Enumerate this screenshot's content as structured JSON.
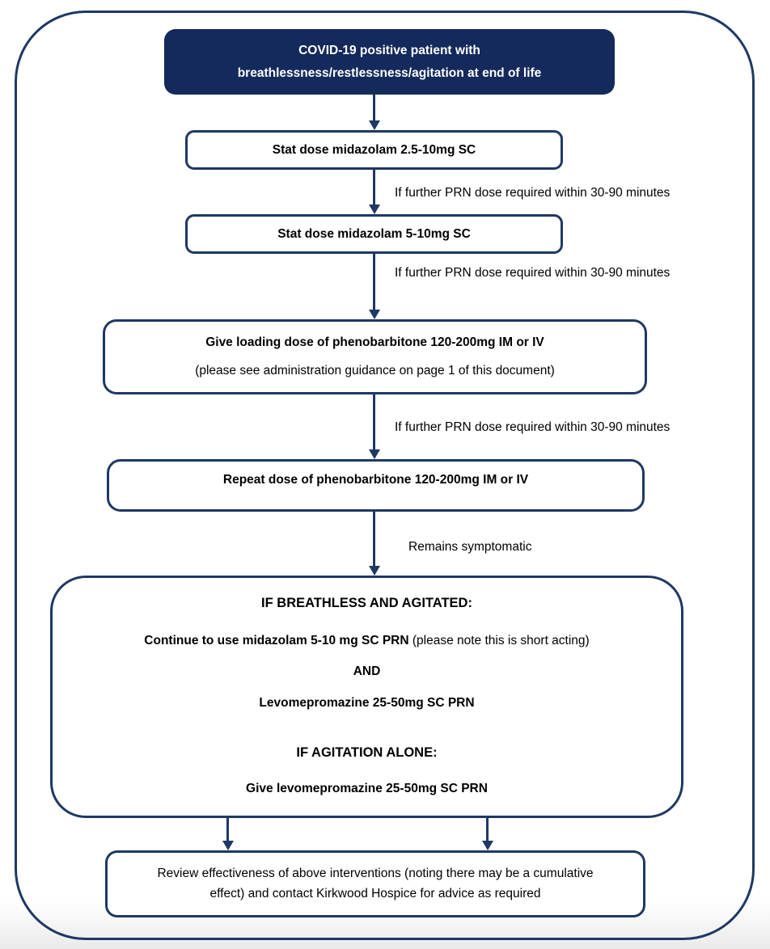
{
  "colors": {
    "navy_border": "#1f3864",
    "navy_fill": "#142a5c",
    "start_box_text": "#ffffff"
  },
  "flow": {
    "start": {
      "line1": "COVID-19 positive patient with",
      "line2": "breathlessness/restlessness/agitation at end of life"
    },
    "step1": "Stat dose midazolam 2.5-10mg SC",
    "label1": "If further PRN dose required within 30-90 minutes",
    "step2": "Stat dose midazolam 5-10mg SC",
    "label2": "If further PRN dose required within 30-90 minutes",
    "step3_main": "Give loading dose of phenobarbitone 120-200mg IM or IV",
    "step3_note": "(please see administration guidance on page 1 of this document)",
    "label3": "If further PRN dose required within 30-90 minutes",
    "step4": "Repeat dose of phenobarbitone 120-200mg IM or IV",
    "label4": "Remains symptomatic",
    "decision": {
      "heading1": "IF BREATHLESS AND AGITATED:",
      "line1_bold": "Continue to use midazolam 5-10 mg SC PRN",
      "line1_note": " (please note this is short acting)",
      "line2": "AND",
      "line3": "Levomepromazine 25-50mg SC PRN",
      "heading2": "IF AGITATION ALONE:",
      "line4": "Give levomepromazine 25-50mg SC PRN"
    },
    "review_line1": "Review effectiveness of above interventions (noting there may be a cumulative",
    "review_line2": "effect) and contact Kirkwood Hospice for advice as required"
  }
}
